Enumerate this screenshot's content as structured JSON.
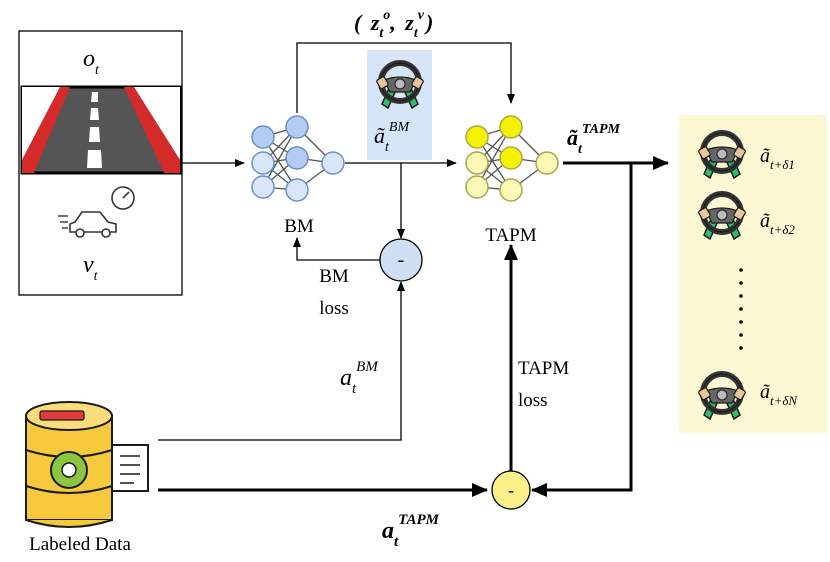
{
  "input_panel": {
    "obs_label": "o",
    "obs_sub": "t",
    "vel_label": "v",
    "vel_sub": "t"
  },
  "bm": {
    "label": "BM",
    "output_label": "ã",
    "output_sub": "t",
    "output_sup": "BM"
  },
  "latents": {
    "text_open": "(",
    "z1": "z",
    "z1_sub": "t",
    "z1_sup": "o",
    "sep": ",",
    "z2": "z",
    "z2_sub": "t",
    "z2_sup": "v",
    "text_close": ")"
  },
  "tapm": {
    "label": "TAPM",
    "output_label": "ã",
    "output_sub": "t",
    "output_sup": "TAPM"
  },
  "bm_loss": {
    "op": "-",
    "line1": "BM",
    "line2": "loss"
  },
  "tapm_loss": {
    "op": "-",
    "line1": "TAPM",
    "line2": "loss"
  },
  "labels": {
    "bm_target": "a",
    "bm_target_sub": "t",
    "bm_target_sup": "BM",
    "tapm_target": "a",
    "tapm_target_sub": "t",
    "tapm_target_sup": "TAPM"
  },
  "dataset": {
    "label": "Labeled Data"
  },
  "predictions": {
    "items": [
      {
        "base": "ã",
        "sub": "t+δ1"
      },
      {
        "base": "ã",
        "sub": "t+δ2"
      },
      {
        "base": "ã",
        "sub": "t+δN"
      }
    ],
    "ellipsis": "⋮"
  },
  "colors": {
    "bm_node": "#b3cdf2",
    "bm_node_alt": "#d9e6fa",
    "bm_stroke": "#6a8fcf",
    "tapm_node": "#f5f200",
    "tapm_node_alt": "#fbf9b5",
    "tapm_stroke": "#a9a74a",
    "loss_bm": "#cfe0f5",
    "loss_tapm": "#fbf18a",
    "pred_panel": "#fbf8d3",
    "bm_output_bg": "#d6e6f8",
    "wheel_grip": "#2fbf6a",
    "wheel_cuff": "#e6c79a"
  }
}
